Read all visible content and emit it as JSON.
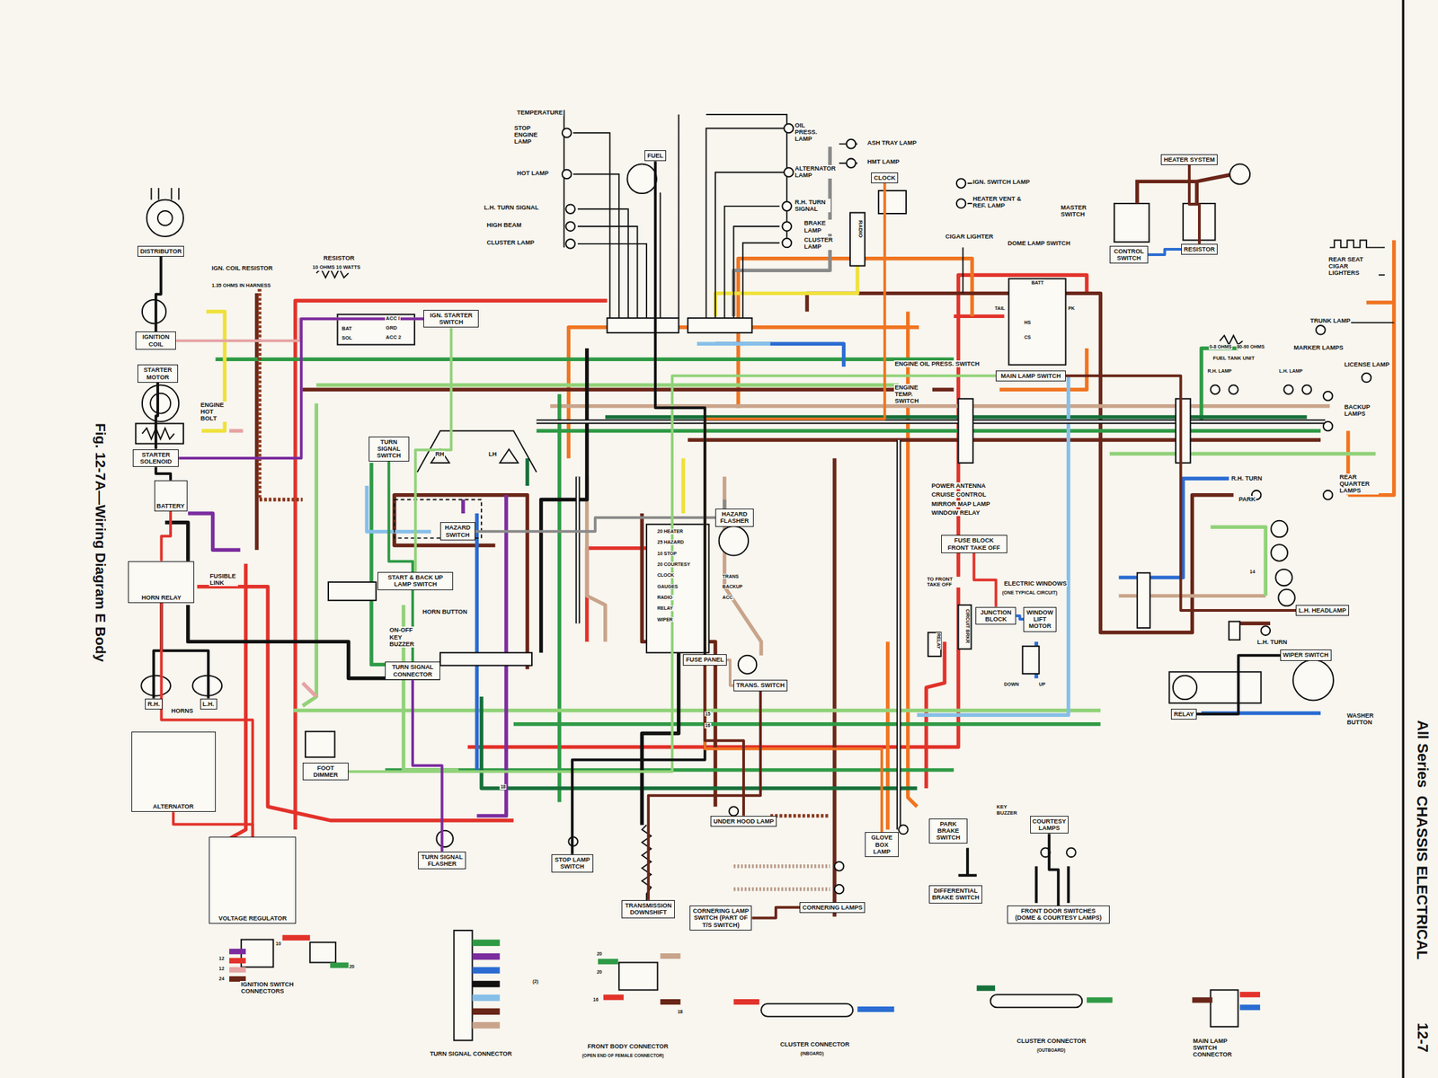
{
  "diagram": {
    "title": "CHASSIS ELECTRICAL",
    "caption": "Fig. 12-7A—Wiring Diagram E Body",
    "nodes": [
      {
        "text": [
          "DISTRIBUTOR"
        ]
      },
      {
        "text": [
          "IGNITION COIL"
        ]
      },
      {
        "text": [
          "STARTER MOTOR"
        ]
      },
      {
        "text": [
          "STARTER SOLENOID"
        ]
      },
      {
        "text": [
          "BATTERY"
        ]
      },
      {
        "text": [
          "HORN RELAY"
        ]
      },
      {
        "text": [
          "R.H."
        ]
      },
      {
        "text": [
          "L.H."
        ]
      },
      {
        "text": [
          "ALTERNATOR"
        ]
      },
      {
        "text": [
          "VOLTAGE REGULATOR"
        ]
      },
      {
        "text": [
          "IGN. STARTER SWITCH"
        ]
      },
      {
        "text": [
          "TURN SIGNAL SWITCH"
        ]
      },
      {
        "text": [
          "HAZARD SWITCH"
        ]
      },
      {
        "text": [
          "START & BACK UP LAMP SWITCH"
        ]
      },
      {
        "text": [
          "FOOT DIMMER"
        ]
      },
      {
        "text": [
          "TURN SIGNAL CONNECTOR"
        ]
      },
      {
        "text": [
          "TURN SIGNAL FLASHER"
        ]
      },
      {
        "text": [
          "STOP LAMP SWITCH"
        ]
      },
      {
        "text": [
          "HAZARD FLASHER"
        ]
      },
      {
        "text": [
          "FUSE PANEL"
        ]
      },
      {
        "text": [
          "TRANS. SWITCH"
        ]
      },
      {
        "text": [
          "CLOCK"
        ]
      },
      {
        "text": [
          "MAIN LAMP SWITCH"
        ]
      },
      {
        "text": [
          "CONTROL SWITCH"
        ]
      },
      {
        "text": [
          "RESISTOR"
        ]
      },
      {
        "text": [
          "HEATER SYSTEM"
        ]
      },
      {
        "text": [
          "WIPER SWITCH"
        ]
      },
      {
        "text": [
          "RELAY"
        ]
      },
      {
        "text": [
          "FUSE BLOCK FRONT TAKE OFF"
        ]
      },
      {
        "text": [
          "JUNCTION BLOCK"
        ]
      },
      {
        "text": [
          "WINDOW LIFT MOTOR"
        ]
      },
      {
        "text": [
          "L.H. HEADLAMP"
        ]
      },
      {
        "text": [
          "UNDER HOOD LAMP"
        ]
      },
      {
        "text": [
          "CORNERING LAMP SWITCH (PART OF T/S SWITCH)"
        ]
      },
      {
        "text": [
          "CORNERING LAMPS"
        ]
      },
      {
        "text": [
          "GLOVE BOX LAMP"
        ]
      },
      {
        "text": [
          "PARK BRAKE SWITCH"
        ]
      },
      {
        "text": [
          "DIFFERENTIAL BRAKE SWITCH"
        ]
      },
      {
        "text": [
          "COURTESY LAMPS"
        ]
      },
      {
        "text": [
          "FRONT DOOR SWITCHES",
          "(DOME & COURTESY LAMPS)"
        ]
      },
      {
        "text": [
          "FUEL"
        ]
      },
      {
        "text": [
          "TRANSMISSION DOWNSHIFT"
        ]
      }
    ],
    "edges": [
      {
        "from": 4,
        "to": 3,
        "arrow": "none"
      },
      {
        "from": 4,
        "to": 5,
        "arrow": "none"
      },
      {
        "from": 5,
        "to": 6,
        "arrow": "none"
      },
      {
        "from": 5,
        "to": 7,
        "arrow": "none"
      },
      {
        "from": 8,
        "to": 9,
        "arrow": "none"
      },
      {
        "from": 9,
        "to": 5,
        "arrow": "none"
      },
      {
        "from": 10,
        "to": 1,
        "arrow": "none"
      },
      {
        "from": 1,
        "to": 0,
        "arrow": "none"
      },
      {
        "from": 3,
        "to": 2,
        "arrow": "none"
      },
      {
        "from": 10,
        "to": 3,
        "arrow": "none"
      },
      {
        "from": 11,
        "to": 15,
        "arrow": "none"
      },
      {
        "from": 12,
        "to": 18,
        "arrow": "none"
      },
      {
        "from": 13,
        "to": 10,
        "arrow": "none"
      },
      {
        "from": 14,
        "to": 22,
        "arrow": "none"
      },
      {
        "from": 16,
        "to": 15,
        "arrow": "none"
      },
      {
        "from": 17,
        "to": 19,
        "arrow": "none"
      },
      {
        "from": 19,
        "to": 20,
        "arrow": "none"
      },
      {
        "from": 19,
        "to": 21,
        "arrow": "none"
      },
      {
        "from": 22,
        "to": 31,
        "arrow": "none"
      },
      {
        "from": 23,
        "to": 24,
        "arrow": "none"
      },
      {
        "from": 24,
        "to": 25,
        "arrow": "none"
      },
      {
        "from": 26,
        "to": 27,
        "arrow": "none"
      },
      {
        "from": 28,
        "to": 29,
        "arrow": "none"
      },
      {
        "from": 29,
        "to": 30,
        "arrow": "none"
      },
      {
        "from": 33,
        "to": 34,
        "arrow": "none"
      },
      {
        "from": 38,
        "to": 39,
        "arrow": "none"
      },
      {
        "from": 19,
        "to": 35,
        "arrow": "none"
      },
      {
        "from": 41,
        "to": 20,
        "arrow": "none"
      },
      {
        "from": 40,
        "to": 19,
        "arrow": "none"
      },
      {
        "from": 19,
        "to": 32,
        "arrow": "none"
      }
    ],
    "labels": [
      "IGN. COIL RESISTOR",
      "1.35 OHMS IN HARNESS",
      "RESISTOR",
      "10 OHMS 10 WATTS",
      "ENGINE HOT BOLT",
      "FUSIBLE LINK",
      "HORNS",
      "ACC I",
      "GRD",
      "ACC 2",
      "BAT",
      "SOL",
      "RH",
      "LH",
      "HORN BUTTON",
      "ON-OFF KEY BUZZER",
      "TEMPERATURE",
      "STOP ENGINE LAMP",
      "HOT LAMP",
      "L.H. TURN SIGNAL",
      "HIGH BEAM",
      "CLUSTER LAMP",
      "OIL PRESS. LAMP",
      "ALTERNATOR LAMP",
      "R.H. TURN SIGNAL",
      "BRAKE LAMP",
      "CLUSTER LAMP",
      "ASH TRAY LAMP",
      "HMT LAMP",
      "RADIO",
      "IGN. SWITCH LAMP",
      "HEATER VENT & REF. LAMP",
      "MASTER SWITCH",
      "CIGAR LIGHTER",
      "DOME LAMP SWITCH",
      "TAIL",
      "BATT",
      "PK",
      "HS",
      "CS",
      "ENGINE OIL PRESS. SWITCH",
      "ENGINE TEMP. SWITCH",
      "REAR SEAT CIGAR LIGHTERS",
      "TRUNK LAMP",
      "MARKER LAMPS",
      "0-8 OHMS",
      "80-90 OHMS",
      "FUEL TANK UNIT",
      "LICENSE LAMP",
      "R.H. LAMP",
      "L.H. LAMP",
      "BACKUP LAMPS",
      "REAR QUARTER LAMPS",
      "POWER ANTENNA",
      "CRUISE CONTROL",
      "MIRROR MAP LAMP",
      "WINDOW RELAY",
      "TO FRONT TAKE OFF",
      "ELECTRIC WINDOWS",
      "(ONE TYPICAL CIRCUIT)",
      "RELAY",
      "CIRCUIT BRKR",
      "DOWN",
      "UP",
      "R.H. TURN",
      "PARK",
      "L.H. TURN",
      "WASHER BUTTON",
      "KEY BUZZER",
      "20 HEATER",
      "25 HAZARD",
      "10 STOP",
      "20 COURTESY",
      "CLOCK",
      "GAUGES",
      "RADIO",
      "RELAY",
      "WIPER",
      "TRANS",
      "BACKUP",
      "ACC",
      "15",
      "16",
      "18",
      "14",
      "IGNITION SWITCH CONNECTORS",
      "TURN SIGNAL CONNECTOR",
      "FRONT BODY CONNECTOR",
      "(OPEN END OF FEMALE CONNECTOR)",
      "CLUSTER CONNECTOR",
      "(INBOARD)",
      "CLUSTER CONNECTOR",
      "(OUTBOARD)",
      "MAIN LAMP SWITCH CONNECTOR",
      "10",
      "12",
      "12",
      "24",
      "20",
      "(2)",
      "20",
      "20",
      "16",
      "18",
      "All Series",
      "12-7"
    ]
  }
}
